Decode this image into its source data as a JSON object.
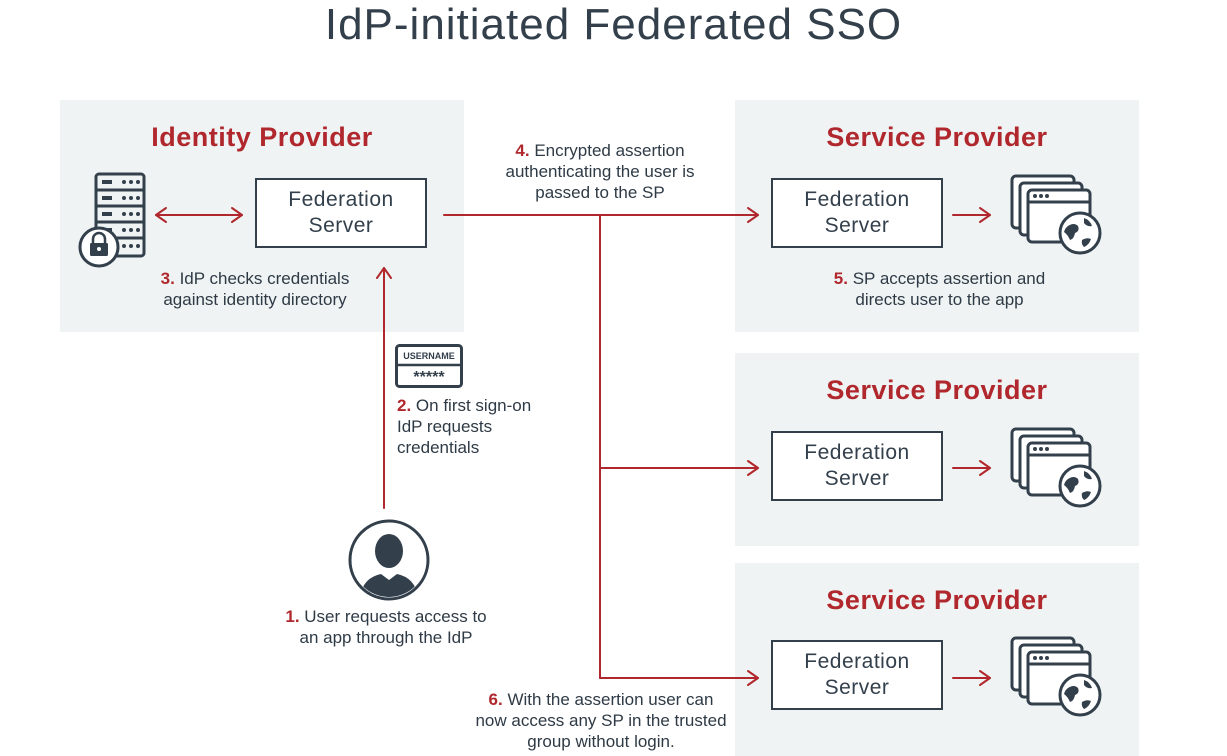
{
  "diagram": {
    "title": "IdP-initiated Federated SSO",
    "idp": {
      "title": "Identity Provider",
      "server_label": "Federation Server"
    },
    "service_providers": [
      {
        "title": "Service Provider",
        "server_label": "Federation Server"
      },
      {
        "title": "Service Provider",
        "server_label": "Federation Server"
      },
      {
        "title": "Service Provider",
        "server_label": "Federation Server"
      }
    ],
    "credential_card": {
      "username": "USERNAME",
      "password": "*****"
    },
    "steps": [
      {
        "number": "1.",
        "text": "User requests access to an app through the IdP"
      },
      {
        "number": "2.",
        "text": "On first sign-on IdP requests credentials"
      },
      {
        "number": "3.",
        "text": "IdP checks credentials against identity directory"
      },
      {
        "number": "4.",
        "text": "Encrypted assertion authenticating the user is passed to the SP"
      },
      {
        "number": "5.",
        "text": "SP accepts assertion and directs user to the app"
      },
      {
        "number": "6.",
        "text": "With the assertion user can now access any SP in the trusted group without login."
      }
    ],
    "colors": {
      "accent": "#b0282d",
      "panel": "#eff3f3",
      "ink": "#33404c"
    },
    "icons": [
      "server-lock-icon",
      "user-avatar-icon",
      "credentials-card-icon",
      "app-windows-globe-icon"
    ]
  }
}
